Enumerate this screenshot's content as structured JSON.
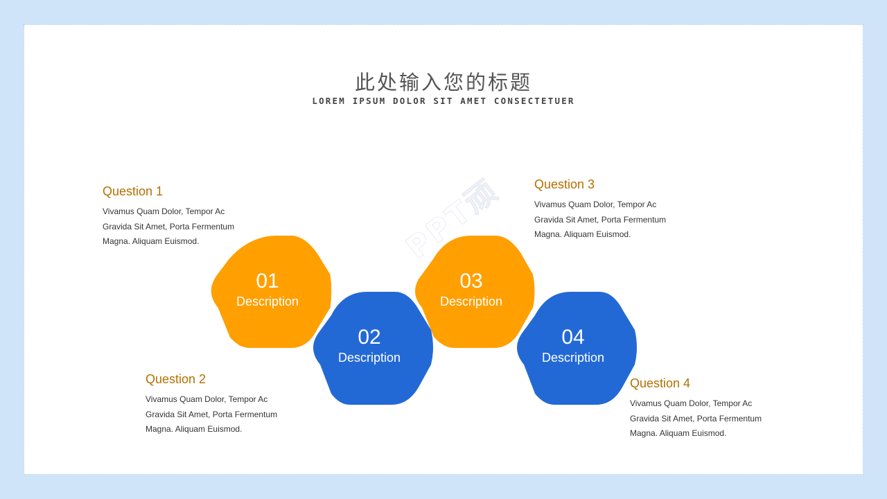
{
  "header": {
    "title": "此处输入您的标题",
    "subtitle": "LOREM IPSUM DOLOR SIT AMET CONSECTETUER"
  },
  "hexagons": [
    {
      "number": "01",
      "description": "Description",
      "color": "#ff9f00"
    },
    {
      "number": "02",
      "description": "Description",
      "color": "#2369d6"
    },
    {
      "number": "03",
      "description": "Description",
      "color": "#ff9f00"
    },
    {
      "number": "04",
      "description": "Description",
      "color": "#2369d6"
    }
  ],
  "questions": [
    {
      "title": "Question 1",
      "lines": [
        "Vivamus Quam Dolor, Tempor Ac",
        "Gravida Sit Amet, Porta Fermentum",
        "Magna. Aliquam Euismod."
      ]
    },
    {
      "title": "Question 2",
      "lines": [
        "Vivamus Quam Dolor, Tempor Ac",
        "Gravida Sit Amet, Porta Fermentum",
        "Magna. Aliquam Euismod."
      ]
    },
    {
      "title": "Question 3",
      "lines": [
        "Vivamus Quam Dolor, Tempor Ac",
        "Gravida Sit Amet, Porta Fermentum",
        "Magna. Aliquam Euismod."
      ]
    },
    {
      "title": "Question 4",
      "lines": [
        "Vivamus Quam Dolor, Tempor Ac",
        "Gravida Sit Amet, Porta Fermentum",
        "Magna. Aliquam Euismod."
      ]
    }
  ],
  "watermark": "PPT顽",
  "colors": {
    "background": "#cfe4f8",
    "orange": "#ff9f00",
    "blue": "#2369d6",
    "question_title": "#b56f00"
  }
}
